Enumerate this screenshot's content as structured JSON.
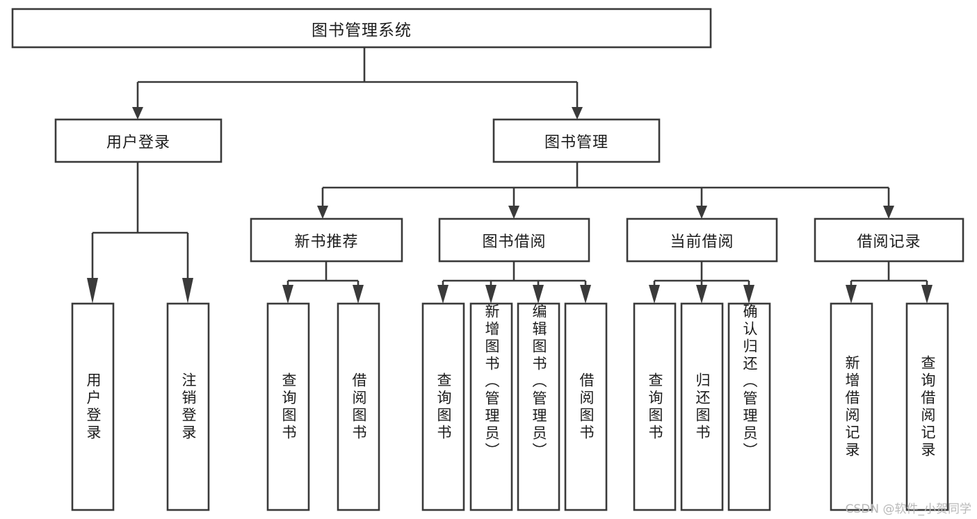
{
  "diagram": {
    "type": "tree",
    "title": "图书管理系统",
    "watermark": "CSDN @软件_小贺同学",
    "colors": {
      "box_stroke": "#3a3a3a",
      "box_fill": "#ffffff",
      "text": "#1c1c1c",
      "watermark": "#b9b9b9",
      "background": "#ffffff"
    },
    "root": {
      "label": "图书管理系统"
    },
    "level2": [
      {
        "label": "用户登录"
      },
      {
        "label": "图书管理"
      }
    ],
    "level3": [
      {
        "label": "新书推荐"
      },
      {
        "label": "图书借阅"
      },
      {
        "label": "当前借阅"
      },
      {
        "label": "借阅记录"
      }
    ],
    "leaves": {
      "user_login": [
        {
          "label": "用户登录"
        },
        {
          "label": "注销登录"
        }
      ],
      "new_book_recommend": [
        {
          "label": "查询图书"
        },
        {
          "label": "借阅图书"
        }
      ],
      "book_borrow": [
        {
          "label": "查询图书"
        },
        {
          "label": "新增图书（管理员）"
        },
        {
          "label": "编辑图书（管理员）"
        },
        {
          "label": "借阅图书"
        }
      ],
      "current_borrow": [
        {
          "label": "查询图书"
        },
        {
          "label": "归还图书"
        },
        {
          "label": "确认归还（管理员）"
        }
      ],
      "borrow_records": [
        {
          "label": "新增借阅记录"
        },
        {
          "label": "查询借阅记录"
        }
      ]
    }
  }
}
